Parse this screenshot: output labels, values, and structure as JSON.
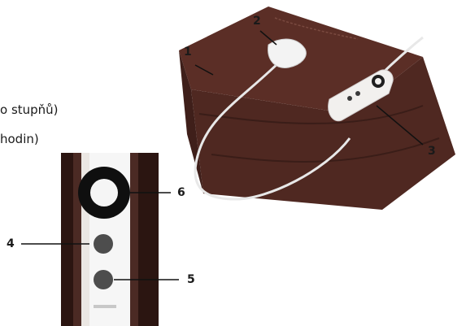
{
  "text_fragments": {
    "line1": "o stupňů)",
    "line2": "hodin)"
  },
  "callouts": {
    "c1": "1",
    "c2": "2",
    "c3": "3",
    "c4": "4",
    "c5": "5",
    "c6": "6"
  },
  "colors": {
    "blanket": "#5b2e26",
    "blanket_shadow": "#3f1f1a",
    "controller": "#f2f0ee",
    "cable": "#e8e8e8"
  },
  "icons": {
    "controller_dial": "ring-dial",
    "buttons": "round-buttons"
  }
}
